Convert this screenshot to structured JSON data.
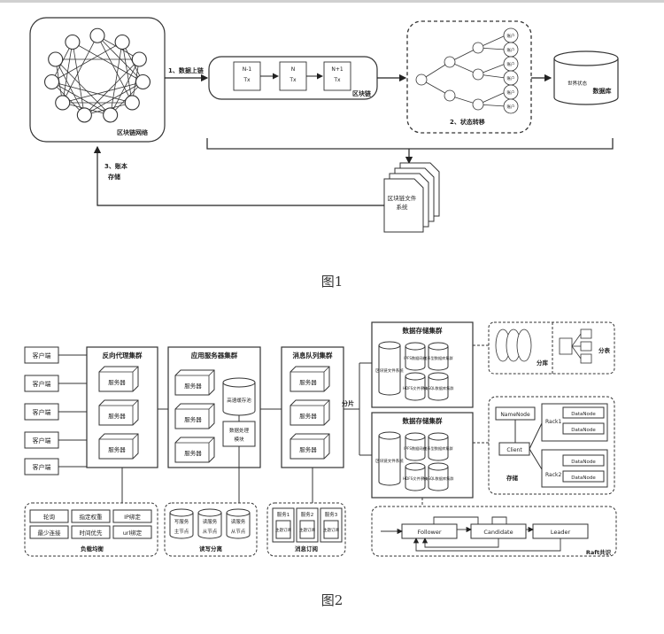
{
  "figure1": {
    "caption": "图1",
    "network_label": "区块链网络",
    "step1": "1、数据上链",
    "tx_blocks": [
      {
        "top": "N-1",
        "bottom": "Tx"
      },
      {
        "top": "N",
        "bottom": "Tx"
      },
      {
        "top": "N+1",
        "bottom": "Tx"
      }
    ],
    "chain_label": "区块链",
    "step2": "2、状态转移",
    "accounts": [
      "账户",
      "账户",
      "账户",
      "账户",
      "账户",
      "账户"
    ],
    "db_inner": "世界状态",
    "db_label": "数据库",
    "step3_line1": "3、账本",
    "step3_line2": "存储",
    "fs_line1": "区块链文件",
    "fs_line2": "系统"
  },
  "figure2": {
    "caption": "图2",
    "clients": [
      "客户端",
      "客户端",
      "客户端",
      "客户端",
      "客户端"
    ],
    "proxy_cluster": {
      "title": "反向代理集群",
      "servers": [
        "服务器",
        "服务器",
        "服务器"
      ]
    },
    "app_cluster": {
      "title": "应用服务器集群",
      "servers": [
        "服务器",
        "服务器",
        "服务器"
      ],
      "cache": "高速缓存池",
      "data_module_line1": "数据处理",
      "data_module_line2": "模块"
    },
    "mq_cluster": {
      "title": "消息队列集群",
      "servers": [
        "服务器",
        "服务器",
        "服务器"
      ]
    },
    "shard_label": "分片",
    "storage1": {
      "title": "数据存储集群",
      "items": [
        "区块链文件系统",
        "IPFS数据网络",
        "关系型数据库集群",
        "HDFS文件系统",
        "NoSQL数据库集群"
      ]
    },
    "storage2": {
      "title": "数据存储集群",
      "items": [
        "区块链文件系统",
        "IPFS数据网络",
        "关系型数据库集群",
        "HDFS文件系统",
        "NoSQL数据库集群"
      ]
    },
    "sharding_db": "分库",
    "sharding_table": "分表",
    "hdfs": {
      "namenode": "NameNode",
      "client": "Client",
      "rack1": "Rack1",
      "rack2": "Rack2",
      "datanode": "DataNode",
      "label": "存储"
    },
    "lb": {
      "items": [
        "轮询",
        "指定权重",
        "IP绑定",
        "最少连接",
        "时间优先",
        "url绑定"
      ],
      "label": "负载均衡"
    },
    "rw": {
      "items": [
        "写服务",
        "读服务",
        "读服务"
      ],
      "nodes": [
        "主节点",
        "从节点",
        "从节点"
      ],
      "label": "读写分离"
    },
    "mq_sub": {
      "services": [
        "服务1",
        "服务2",
        "服务3"
      ],
      "topic": "主题订阅",
      "label": "消息订阅"
    },
    "raft": {
      "follower": "Follower",
      "candidate": "Candidate",
      "leader": "Leader",
      "label": "Raft共识"
    }
  }
}
